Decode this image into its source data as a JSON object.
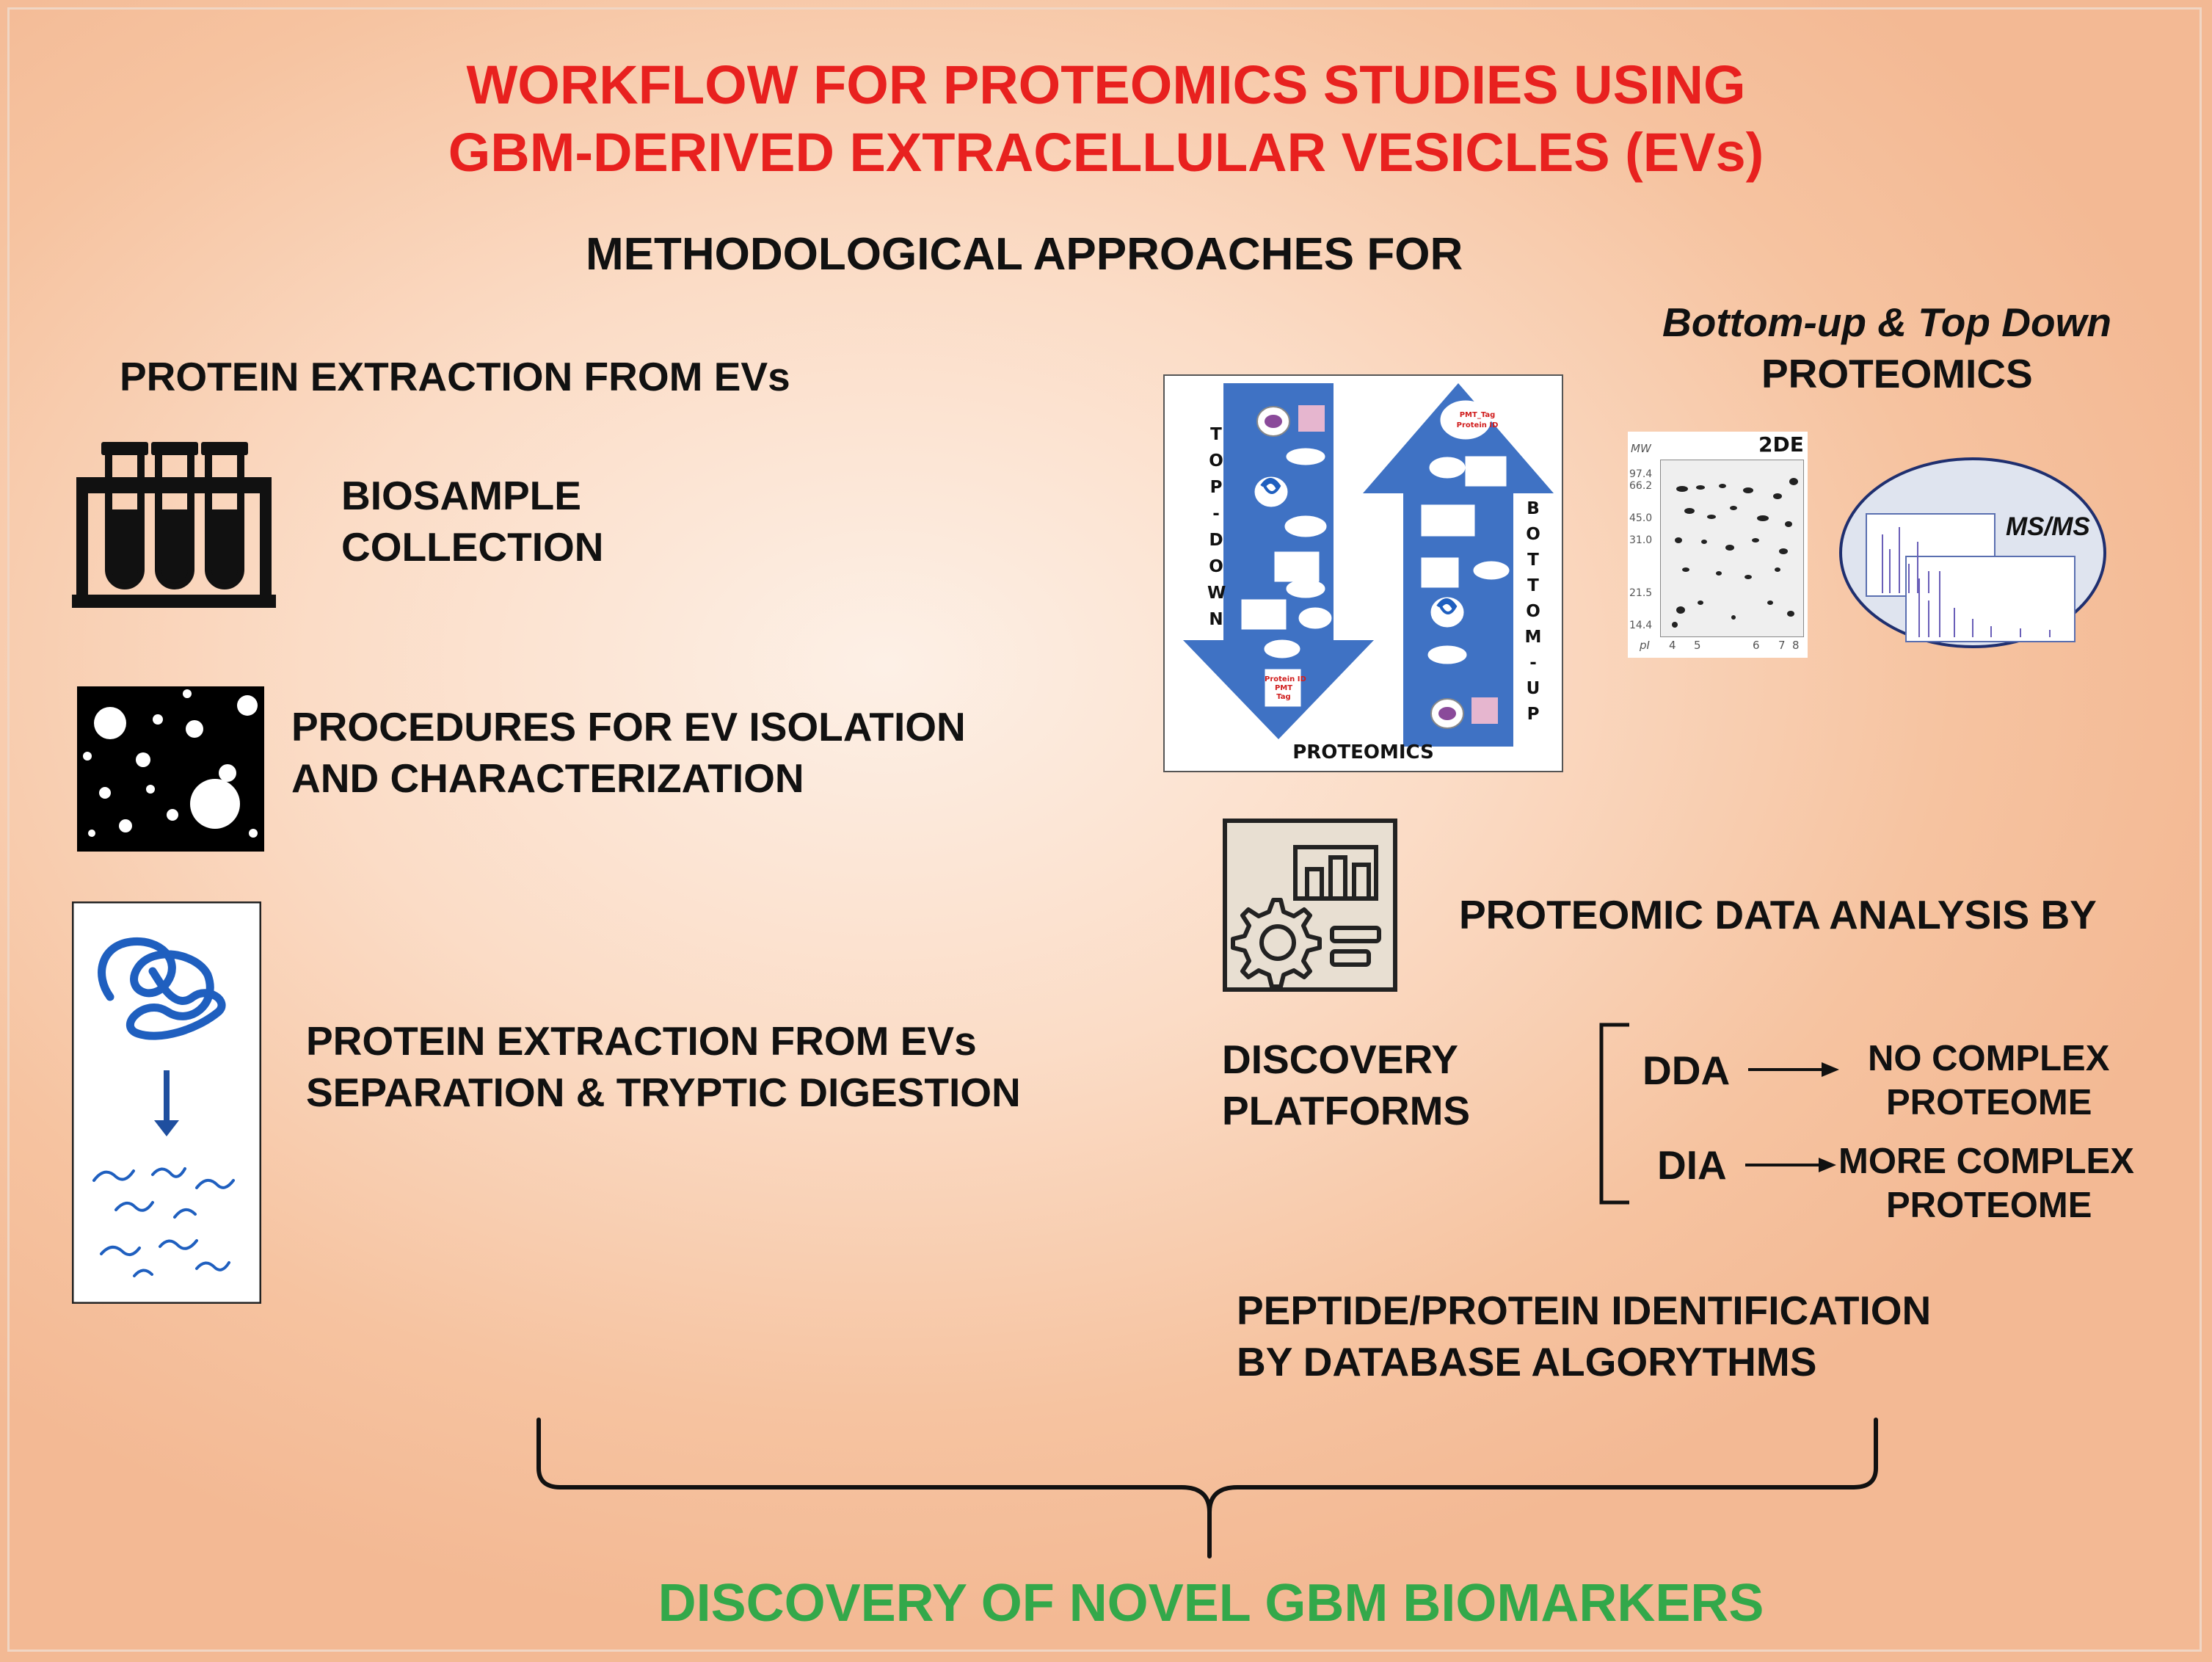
{
  "title": {
    "line1": "WORKFLOW FOR PROTEOMICS STUDIES  USING",
    "line2": "GBM-DERIVED EXTRACELLULAR VESICLES (EVs)"
  },
  "subtitle": "METHODOLOGICAL APPROACHES FOR",
  "left": {
    "heading": "PROTEIN EXTRACTION FROM EVs",
    "steps": [
      {
        "line1": "BIOSAMPLE",
        "line2": "COLLECTION"
      },
      {
        "line1": "PROCEDURES FOR EV ISOLATION",
        "line2": "AND CHARACTERIZATION"
      },
      {
        "line1": "PROTEIN EXTRACTION FROM EVs",
        "line2": "SEPARATION & TRYPTIC DIGESTION"
      }
    ]
  },
  "right": {
    "heading_line1": "Bottom-up  & Top Down",
    "heading_line2": "PROTEOMICS",
    "diagram": {
      "left_arrow_letters": [
        "T",
        "O",
        "P",
        "-",
        "D",
        "O",
        "W",
        "N"
      ],
      "right_arrow_letters": [
        "B",
        "O",
        "T",
        "T",
        "O",
        "M",
        "-",
        "U",
        "P"
      ],
      "caption": "PROTEOMICS",
      "top_red_label": "PMT_Tag",
      "top_red_label2": "Protein ID",
      "bottom_red_label": "Protein ID",
      "bottom_red_label2": "PMT",
      "bottom_red_label3": "Tag"
    },
    "gel": {
      "label": "2DE",
      "mw_label": "MW",
      "mw_ticks": [
        "97.4",
        "66.2",
        "45.0",
        "31.0",
        "21.5",
        "14.4"
      ],
      "pi_label": "pI",
      "pi_ticks": [
        "4",
        "5",
        "6",
        "7",
        "8"
      ]
    },
    "msms_label": "MS/MS",
    "analysis_heading": "PROTEOMIC DATA ANALYSIS BY",
    "platforms_line1": "DISCOVERY",
    "platforms_line2": "PLATFORMS",
    "methods": [
      {
        "name": "DDA",
        "result_line1": "NO COMPLEX",
        "result_line2": "PROTEOME"
      },
      {
        "name": "DIA",
        "result_line1": "MORE COMPLEX",
        "result_line2": "PROTEOME"
      }
    ],
    "identification_line1": "PEPTIDE/PROTEIN IDENTIFICATION",
    "identification_line2": "BY DATABASE ALGORYTHMS"
  },
  "conclusion": "DISCOVERY OF NOVEL GBM BIOMARKERS",
  "colors": {
    "title_red": "#e8211f",
    "conclusion_green": "#33a84a",
    "arrow_blue": "#3f72c4",
    "protein_blue": "#1f5fbf"
  }
}
